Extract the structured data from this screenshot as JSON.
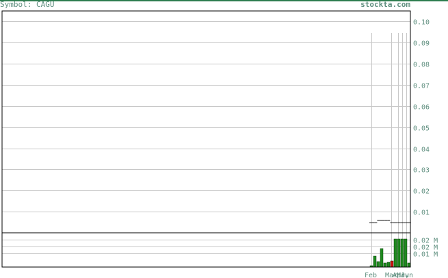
{
  "header": {
    "symbol_label": "Symbol: CAGU",
    "site": "stockta.com"
  },
  "colors": {
    "grid": "#c8c8c8",
    "axis_text": "#5f8f7f",
    "volume_up": "#1e8a1e",
    "volume_down": "#d01010",
    "price": "#000000",
    "frame": "#000000",
    "top_rule": "#2e7d4f"
  },
  "chart_data": [
    {
      "type": "line",
      "title": "",
      "ylim": [
        0,
        0.105
      ],
      "ytick_labels": [
        "0.10",
        "0.09",
        "0.08",
        "0.07",
        "0.06",
        "0.05",
        "0.04",
        "0.03",
        "0.02",
        "0.01"
      ],
      "yticks": [
        0.1,
        0.09,
        0.08,
        0.07,
        0.06,
        0.05,
        0.04,
        0.03,
        0.02,
        0.01
      ],
      "xtick_labels": [
        "Feb",
        "Mar",
        "Apr",
        "May",
        "Jun"
      ],
      "grid": true,
      "series": [
        {
          "values": [
            0.005,
            0.005,
            0.005,
            0.006,
            0.006,
            0.006,
            0.006,
            0.006,
            0.005,
            0.005,
            0.005,
            0.005,
            0.005,
            0.005,
            0.005,
            0.005
          ]
        }
      ]
    },
    {
      "type": "bar",
      "title": "",
      "ylim": [
        0,
        0.025
      ],
      "ytick_labels": [
        "0.02 M",
        "0.02 M",
        "0.01 M"
      ],
      "yticks": [
        0.02,
        0.015,
        0.01
      ],
      "grid": true,
      "values": [
        0.001,
        0.008,
        0.004,
        0.0135,
        0.003,
        0.0035,
        0.0045,
        0.0205,
        0.0205,
        0.0205,
        0.0205,
        0.003
      ],
      "down_flags": [
        false,
        false,
        false,
        false,
        false,
        false,
        true,
        false,
        false,
        false,
        false,
        false
      ]
    }
  ]
}
